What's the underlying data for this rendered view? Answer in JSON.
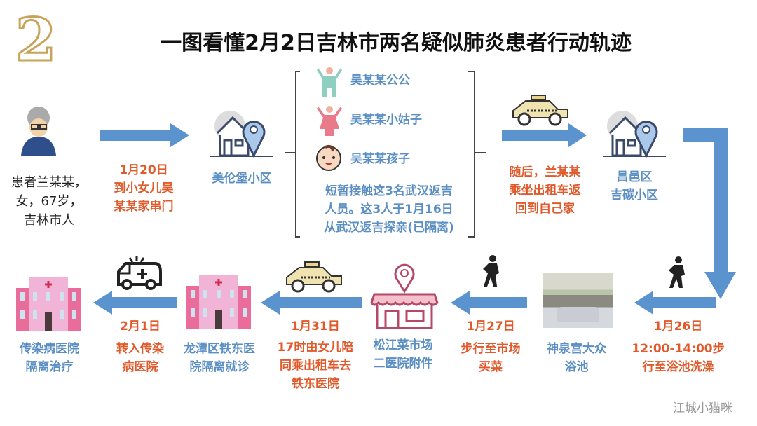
{
  "title_number": "2",
  "title": "一图看懂2月2日吉林市两名疑似肺炎患者行动轨迹",
  "patient": {
    "lines": [
      "患者兰某某，",
      "女，67岁，",
      "吉林市人"
    ]
  },
  "step1": {
    "date": "1月20日",
    "lines": [
      "到小女儿吴",
      "某某家串门"
    ]
  },
  "place1": {
    "label": "美伦堡小区"
  },
  "contacts": {
    "people": [
      "吴某某公公",
      "吴某某小姑子",
      "吴某某孩子"
    ],
    "note": [
      "短暂接触这3名武汉返吉",
      "人员。这3人于1月16日",
      "从武汉返吉探亲(已隔离)"
    ]
  },
  "step2": {
    "lines": [
      "随后，兰某某",
      "乘坐出租车返",
      "回到自己家"
    ]
  },
  "place2": {
    "lines": [
      "昌邑区",
      "吉碳小区"
    ]
  },
  "step3": {
    "date": "1月26日",
    "lines": [
      "12:00-14:00步",
      "行至浴池洗澡"
    ]
  },
  "place3": {
    "lines": [
      "神泉宫大众",
      "浴池"
    ]
  },
  "step4": {
    "date": "1月27日",
    "lines": [
      "步行至市场",
      "买菜"
    ]
  },
  "place4": {
    "lines": [
      "松江菜市场",
      "二医院附件"
    ]
  },
  "step5": {
    "date": "1月31日",
    "lines": [
      "17时由女儿陪",
      "同乘出租车去",
      "铁东医院"
    ]
  },
  "place5": {
    "lines": [
      "龙潭区铁东医",
      "院隔离就诊"
    ]
  },
  "step6": {
    "date": "2月1日",
    "lines": [
      "转入传染",
      "病医院"
    ]
  },
  "place6": {
    "lines": [
      "传染病医院",
      "隔离治疗"
    ]
  },
  "watermark": "江城小猫咪",
  "colors": {
    "arrow": "#5b93cf",
    "place_text": "#5b8fc4",
    "step_text": "#e05a2c"
  }
}
